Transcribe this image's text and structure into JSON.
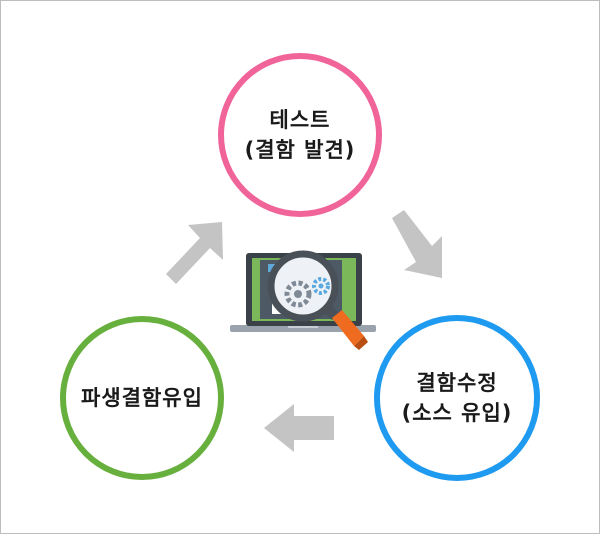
{
  "nodes": {
    "test": {
      "line1": "테스트",
      "line2": "(결함 발견)"
    },
    "fix": {
      "line1": "결함수정",
      "line2": "(소스 유입)"
    },
    "inject": {
      "line1": "파생결함유입"
    }
  },
  "colors": {
    "test_ring": "#f0649a",
    "fix_ring": "#1e9af0",
    "inject_ring": "#68b03e",
    "arrow": "#c4c4c4"
  },
  "icons": {
    "center": "laptop-with-magnifier-icon",
    "arrows": [
      "arrow-up-right-icon",
      "arrow-down-right-icon",
      "arrow-left-icon"
    ]
  }
}
